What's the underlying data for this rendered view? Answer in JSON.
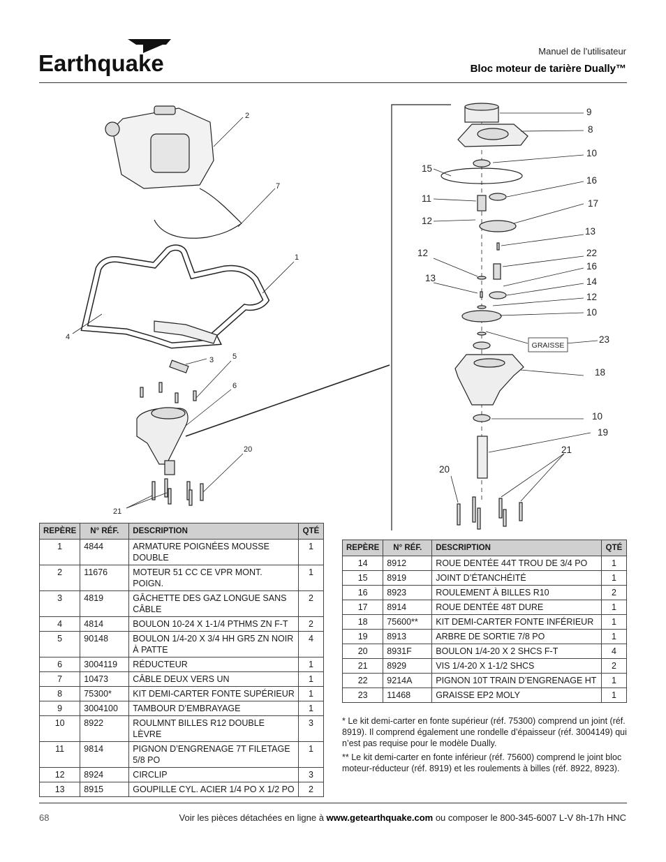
{
  "header": {
    "brand": "Earthquake",
    "subtitle": "Manuel de l’utilisateur",
    "title": "Bloc moteur de tarière Dually™"
  },
  "diagram": {
    "left_callouts": [
      "2",
      "7",
      "1",
      "4",
      "3",
      "5",
      "6",
      "20",
      "21"
    ],
    "right_callouts": [
      "9",
      "8",
      "10",
      "15",
      "16",
      "11",
      "17",
      "12",
      "13",
      "12",
      "22",
      "16",
      "13",
      "14",
      "12",
      "10",
      "23",
      "18",
      "10",
      "19",
      "21",
      "20"
    ],
    "grease_label": "GRAISSE"
  },
  "table_left": {
    "headers": [
      "REPÈRE",
      "N° RÉF.",
      "DESCRIPTION",
      "QTÉ"
    ],
    "rows": [
      [
        "1",
        "4844",
        "ARMATURE POIGNÉES MOUSSE DOUBLE",
        "1"
      ],
      [
        "2",
        "11676",
        "MOTEUR 51 CC CE VPR MONT. POIGN.",
        "1"
      ],
      [
        "3",
        "4819",
        "GÂCHETTE DES GAZ LONGUE SANS CÂBLE",
        "2"
      ],
      [
        "4",
        "4814",
        "BOULON 10-24 X 1-1/4 PTHMS ZN F-T",
        "2"
      ],
      [
        "5",
        "90148",
        "BOULON 1/4-20 X 3/4 HH GR5 ZN NOIR À PATTE",
        "4"
      ],
      [
        "6",
        "3004119",
        "RÉDUCTEUR",
        "1"
      ],
      [
        "7",
        "10473",
        "CÂBLE DEUX VERS UN",
        "1"
      ],
      [
        "8",
        "75300*",
        "KIT DEMI-CARTER FONTE SUPÉRIEUR",
        "1"
      ],
      [
        "9",
        "3004100",
        "TAMBOUR D’EMBRAYAGE",
        "1"
      ],
      [
        "10",
        "8922",
        "ROULMNT BILLES R12 DOUBLE LÈVRE",
        "3"
      ],
      [
        "11",
        "9814",
        "PIGNON D’ENGRENAGE 7T FILETAGE 5/8 PO",
        "1"
      ],
      [
        "12",
        "8924",
        "CIRCLIP",
        "3"
      ],
      [
        "13",
        "8915",
        "GOUPILLE CYL. ACIER 1/4 PO X 1/2 PO",
        "2"
      ]
    ]
  },
  "table_right": {
    "headers": [
      "REPÈRE",
      "N° RÉF.",
      "DESCRIPTION",
      "QTÉ"
    ],
    "rows": [
      [
        "14",
        "8912",
        "ROUE DENTÉE 44T TROU DE 3/4 PO",
        "1"
      ],
      [
        "15",
        "8919",
        "JOINT D’ÉTANCHÉITÉ",
        "1"
      ],
      [
        "16",
        "8923",
        "ROULEMENT À BILLES R10",
        "2"
      ],
      [
        "17",
        "8914",
        "ROUE DENTÉE 48T DURE",
        "1"
      ],
      [
        "18",
        "75600**",
        "KIT DEMI-CARTER FONTE INFÉRIEUR",
        "1"
      ],
      [
        "19",
        "8913",
        "ARBRE DE SORTIE 7/8 PO",
        "1"
      ],
      [
        "20",
        "8931F",
        "BOULON 1/4-20 X 2 SHCS F-T",
        "4"
      ],
      [
        "21",
        "8929",
        "VIS 1/4-20 X 1-1/2 SHCS",
        "2"
      ],
      [
        "22",
        "9214A",
        "PIGNON 10T TRAIN D’ENGRENAGE HT",
        "1"
      ],
      [
        "23",
        "11468",
        "GRAISSE EP2 MOLY",
        "1"
      ]
    ]
  },
  "notes": [
    "* Le kit demi-carter en fonte supérieur (réf. 75300) comprend un joint (réf. 8919). Il comprend également une rondelle d’épaisseur (réf. 3004149) qui n’est pas requise pour le modèle Dually.",
    "** Le kit demi-carter en fonte inférieur (réf. 75600) comprend le joint bloc moteur-réducteur (réf. 8919) et les roulements à billes (réf. 8922, 8923)."
  ],
  "footer": {
    "page_number": "68",
    "text_before": "Voir les pièces détachées en ligne à ",
    "url": "www.getearthquake.com",
    "text_after": " ou composer le 800-345-6007 L-V 8h-17h HNC"
  }
}
